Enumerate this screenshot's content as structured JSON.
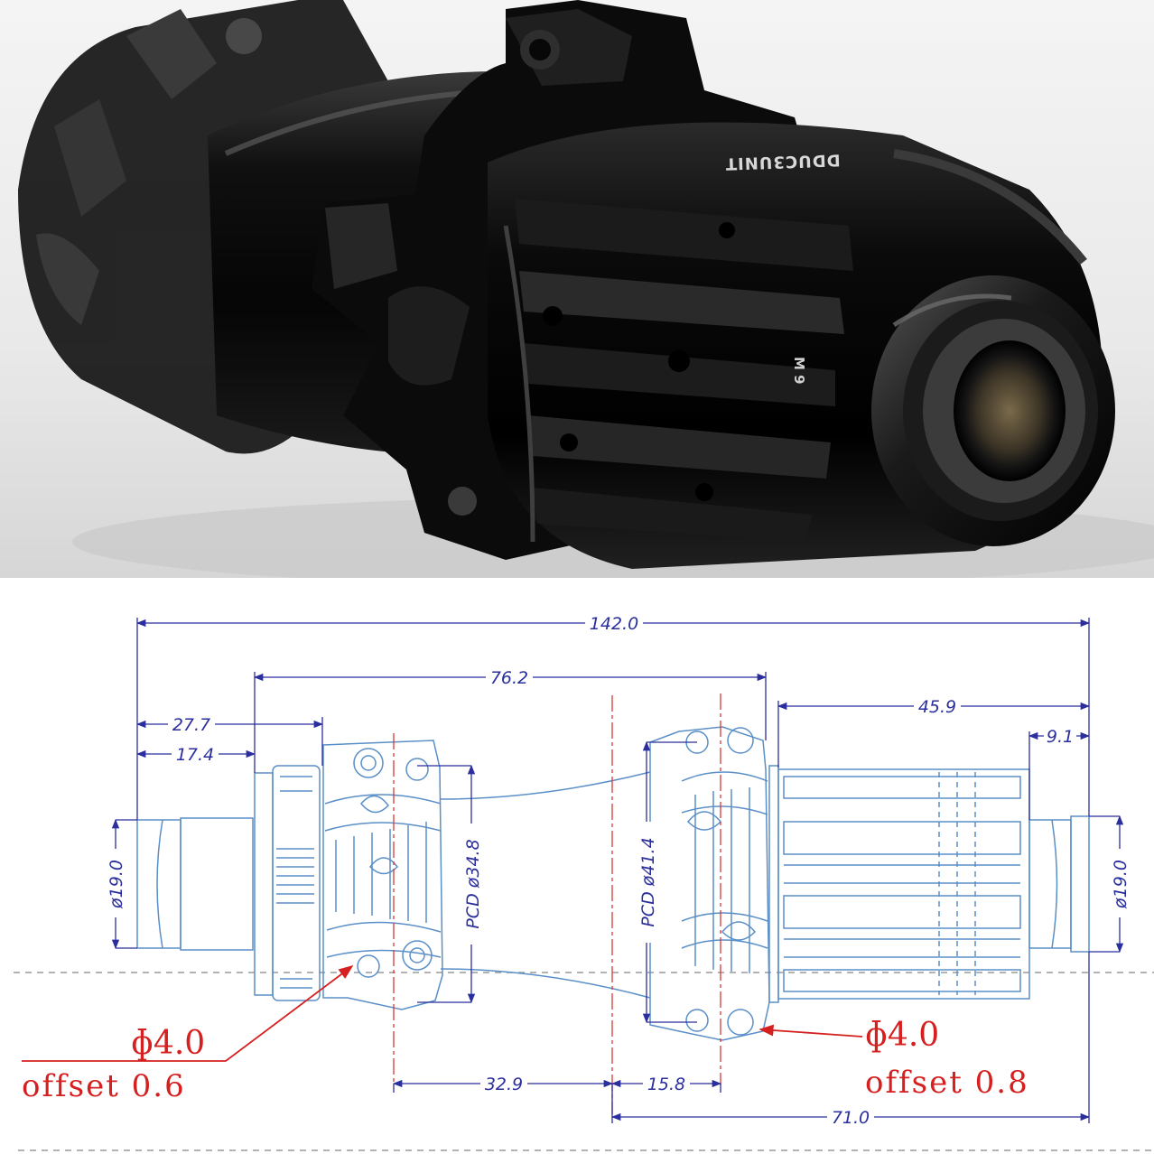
{
  "photo": {
    "hub_engraving": "DDUC3UNIT",
    "hub_marking": "M 9"
  },
  "drawing": {
    "colors": {
      "dimension": "#2b2f9e",
      "outline": "#5a8fc8",
      "centerline": "#d63a3a",
      "callout": "#d62020"
    },
    "dimensions": {
      "overall_width": "142.0",
      "flange_to_flange": "76.2",
      "driveside_body": "45.9",
      "left_flange_offset": "27.7",
      "left_endcap": "17.4",
      "right_endcap": "9.1",
      "left_center_to_mid": "32.9",
      "right_center_to_mid": "15.8",
      "right_reference": "71.0",
      "left_axle_diameter": "ø19.0",
      "right_axle_diameter": "ø19.0",
      "left_pcd": "PCD ø34.8",
      "right_pcd": "PCD ø41.4"
    },
    "callouts": {
      "left_hole": "ɸ4.0",
      "left_offset": "offset 0.6",
      "right_hole": "ɸ4.0",
      "right_offset": "offset 0.8"
    }
  }
}
